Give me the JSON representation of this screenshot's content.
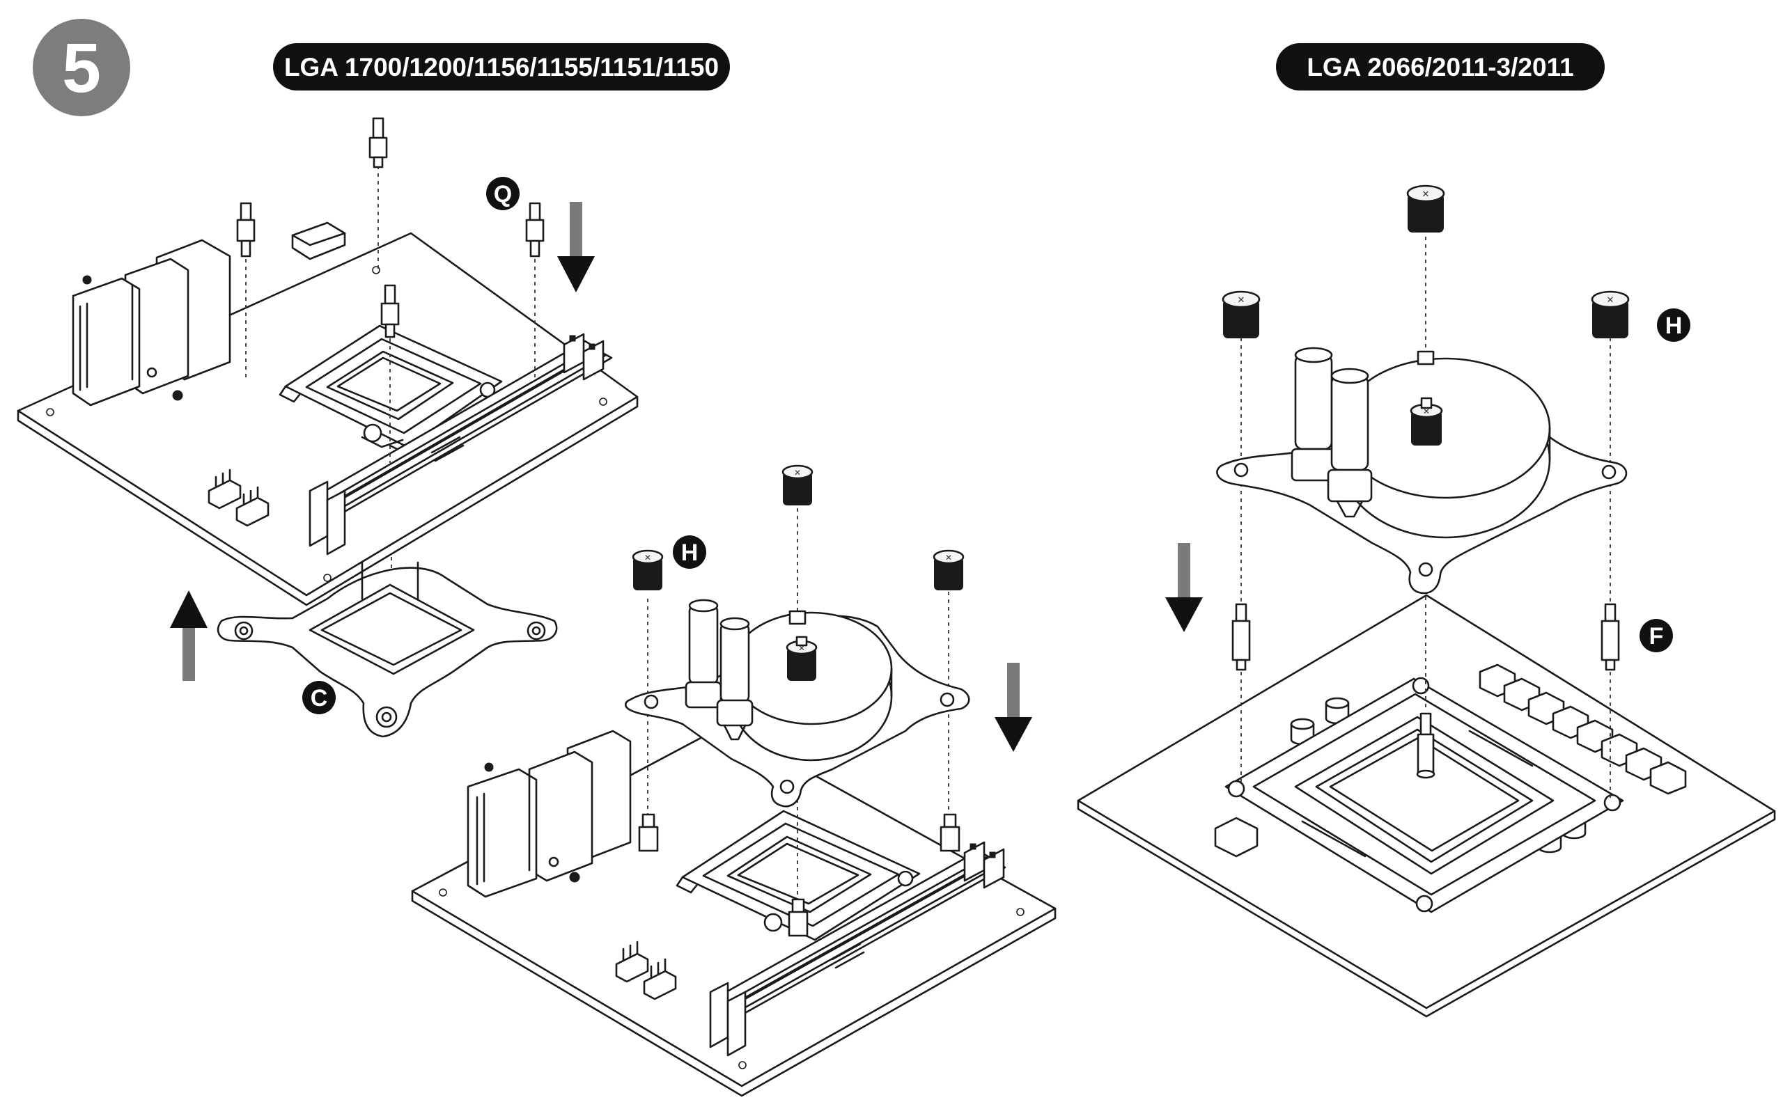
{
  "step": {
    "number": "5",
    "badge_color": "#7d7d7d"
  },
  "headers": {
    "intel_mainstream": "LGA 1700/1200/1156/1155/1151/1150",
    "intel_hedt": "LGA 2066/2011-3/2011",
    "pill_color": "#111111"
  },
  "part_labels": {
    "standoff_q": "Q",
    "backplate_c": "C",
    "thumbnut_h_mid": "H",
    "thumbnut_h_right": "H",
    "standoff_f": "F"
  },
  "icons": {
    "down_arrow": "down-arrow-icon",
    "up_arrow": "up-arrow-icon"
  }
}
